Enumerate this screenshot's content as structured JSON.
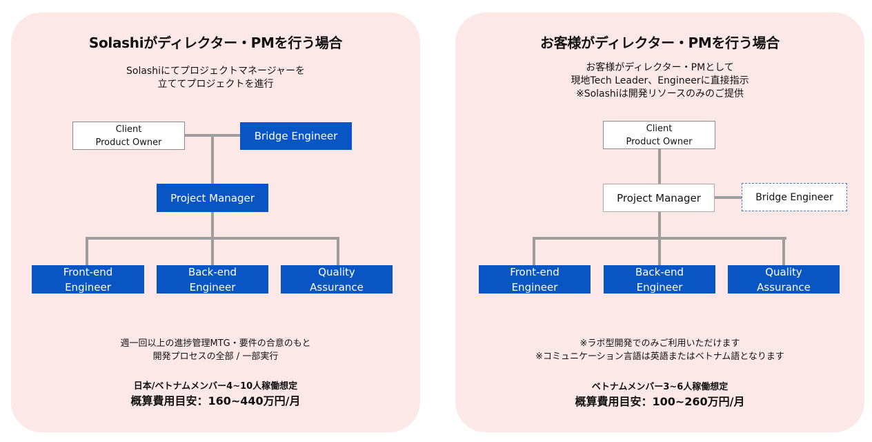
{
  "left": {
    "title": "Solashiがディレクター・PMを行う場合",
    "description": "Solashiにてプロジェクトマネージャーを\n立ててプロジェクトを進行",
    "client_box": "Client\nProduct Owner",
    "bridge_engineer": "Bridge Engineer",
    "project_manager": "Project Manager",
    "front_end": "Front-end\nEngineer",
    "back_end": "Back-end\nEngineer",
    "qa": "Quality\nAssurance",
    "note": "週一回以上の進捗管理MTG・要件の合意のもと\n開発プロセスの全部 / 一部実行",
    "members": "日本/ベトナムメンバー4~10人稼働想定",
    "cost": "概算費用目安：160~440万円/月"
  },
  "right": {
    "title": "お客様がディレクター・PMを行う場合",
    "description": "お客様がディレクター・PMとして\n現地Tech Leader、Engineerに直接指示\n※Solashiは開発リソースのみのご提供",
    "client_box": "Client\nProduct Owner",
    "project_manager": "Project Manager",
    "bridge_engineer": "Bridge Engineer",
    "front_end": "Front-end\nEngineer",
    "back_end": "Back-end\nEngineer",
    "qa": "Quality\nAssurance",
    "note": "※ラボ型開発でのみご利用いただけます\n※コミュニケーション言語は英語またはベトナム語となります",
    "members": "ベトナムメンバー3~6人稼働想定",
    "cost": "概算費用目安：100~260万円/月"
  },
  "colors": {
    "panel_bg": "#fde8e8",
    "role_blue": "#0a55c4",
    "connector_gray": "#9e9e9e",
    "dashed_border": "#4a74d6"
  }
}
